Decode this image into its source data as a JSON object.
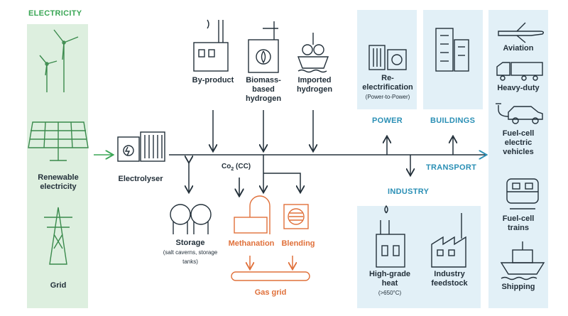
{
  "headings": {
    "electricity": "ELECTRICITY",
    "power": "POWER",
    "buildings": "BUILDINGS",
    "transport": "TRANSPORT",
    "industry": "INDUSTRY"
  },
  "sources": {
    "renewable": "Renewable electricity",
    "grid": "Grid",
    "electrolyser": "Electrolyser",
    "by_product": "By-product",
    "biomass": "Biomass-based hydrogen",
    "imported": "Imported hydrogen"
  },
  "storage": {
    "label": "Storage",
    "sub": "(salt caverns, storage tanks)"
  },
  "co2": {
    "main": "Co",
    "sub": "2",
    "rest": " (CC)"
  },
  "gas": {
    "methanation": "Methanation",
    "blending": "Blending",
    "gas_grid": "Gas grid"
  },
  "power": {
    "label": "Re-electrification",
    "sub": "(Power-to-Power)"
  },
  "industry": {
    "heat": "High-grade heat",
    "heat_sub": "(>650°C)",
    "feedstock": "Industry feedstock"
  },
  "transport": {
    "aviation": "Aviation",
    "heavy": "Heavy-duty",
    "fcev": "Fuel-cell electric vehicles",
    "trains": "Fuel-cell trains",
    "shipping": "Shipping"
  },
  "colors": {
    "green_panel": "#ddefdf",
    "blue_panel": "#e2f0f7",
    "accent_blue": "#2a8fb5",
    "accent_green": "#3aa655",
    "orange": "#e0703a",
    "ink": "#23303a"
  }
}
